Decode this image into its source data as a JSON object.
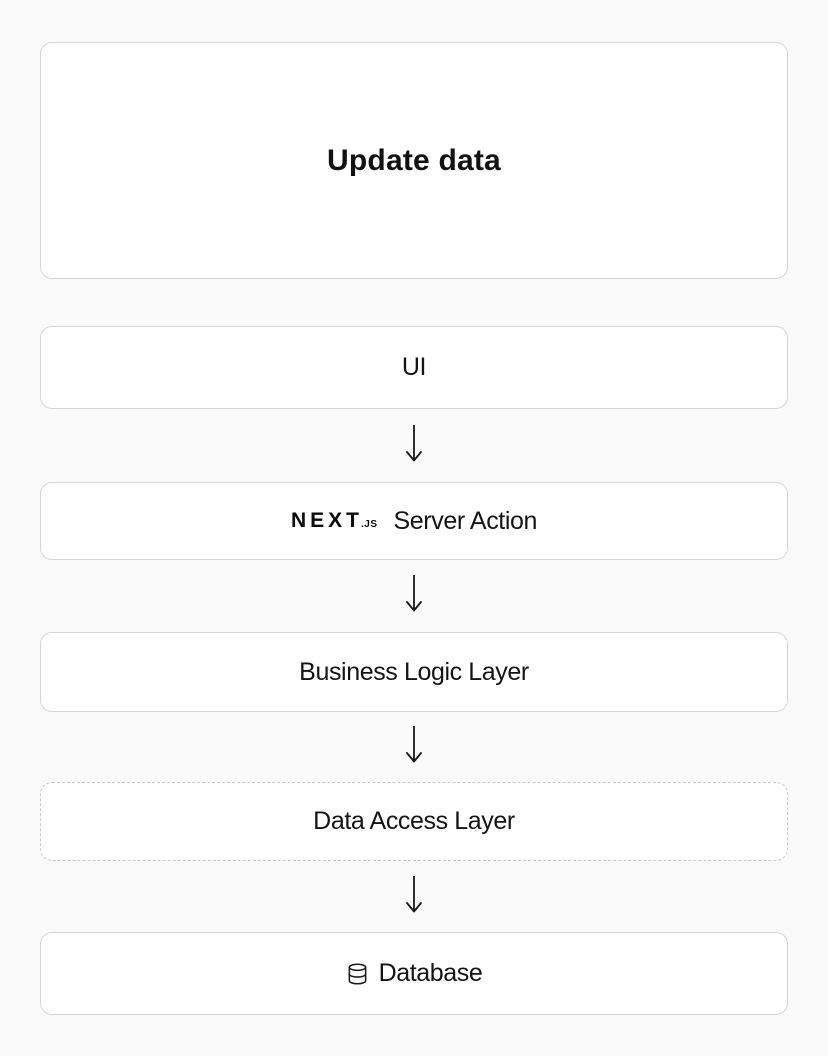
{
  "colors": {
    "page_bg": "#fafafa",
    "card_bg": "#ffffff",
    "card_border": "#d6d6d6",
    "dashed_border": "#c9c9c9",
    "text": "#141414",
    "title_text": "#111111",
    "arrow": "#171717"
  },
  "title_card": {
    "label": "Update data"
  },
  "flow": {
    "nodes": [
      {
        "id": "ui",
        "label": "UI"
      },
      {
        "id": "server-action",
        "logo": "NEXT",
        "logo_suffix": ".JS",
        "label": "Server Action"
      },
      {
        "id": "business-logic",
        "label": "Business Logic Layer"
      },
      {
        "id": "data-access",
        "label": "Data Access Layer",
        "border_style": "dashed"
      },
      {
        "id": "database",
        "label": "Database",
        "icon": "database-icon"
      }
    ],
    "connector": "arrow-down-icon"
  },
  "icons": {
    "database": "database-icon",
    "arrow": "arrow-down-icon",
    "logo": "nextjs-logo"
  }
}
